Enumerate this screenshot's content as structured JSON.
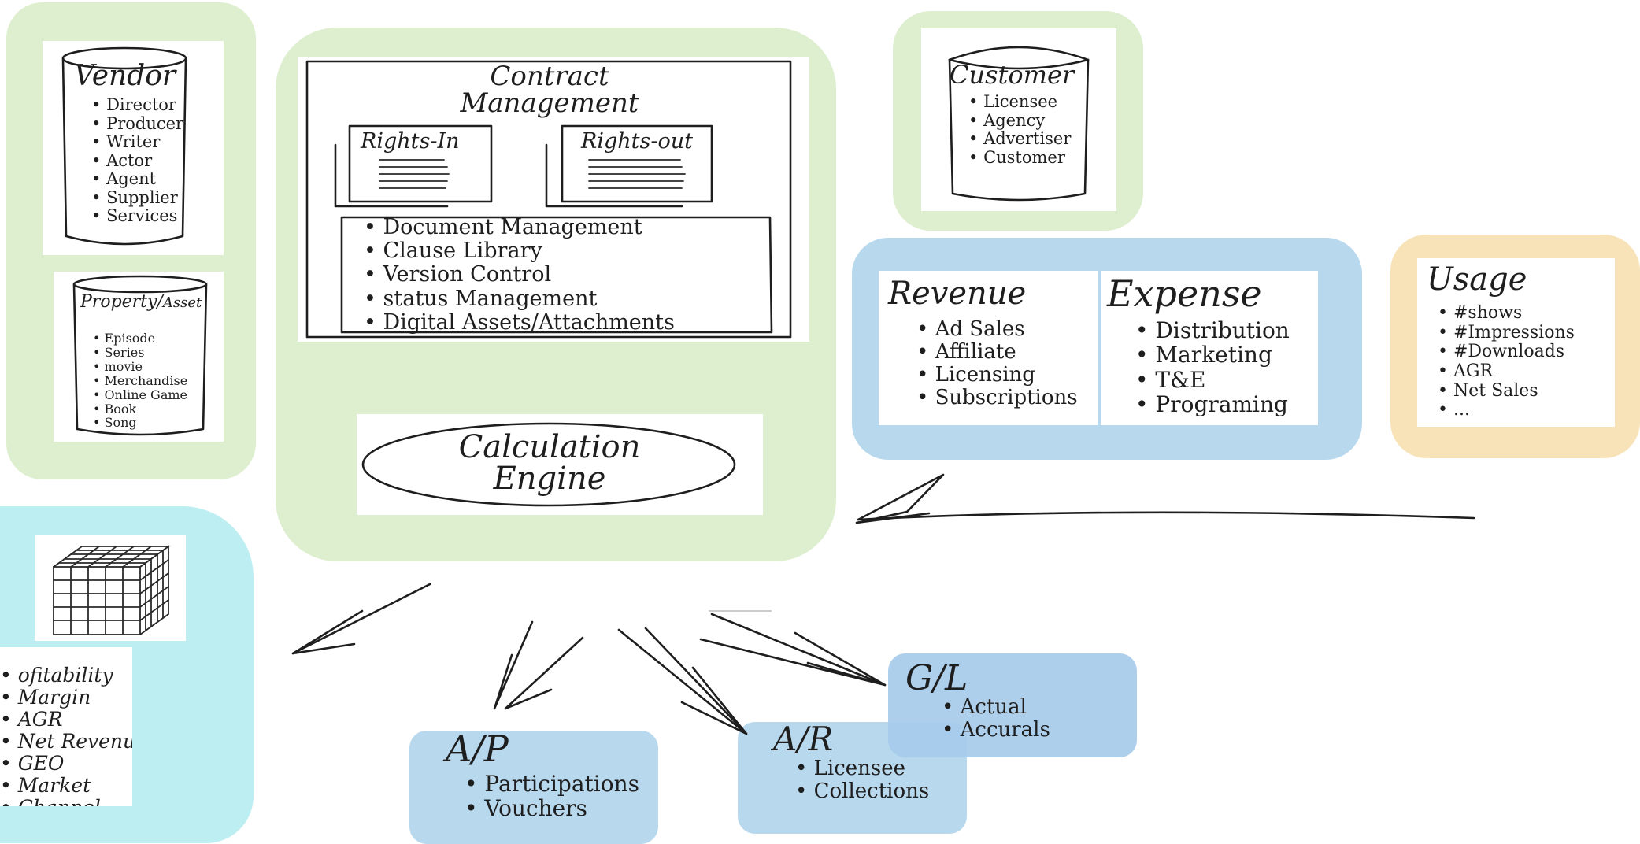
{
  "colors": {
    "green_zone": "#deefcf",
    "blue_zone": "#b8d8ee",
    "orange_zone": "#f8e3b8",
    "cyan_zone": "#bdeef2",
    "gl_blue": "#a6cbea"
  },
  "vendor": {
    "title": "Vendor",
    "items": [
      "Director",
      "Producer",
      "Writer",
      "Actor",
      "Agent",
      "Supplier",
      "Services"
    ]
  },
  "property": {
    "title_main": "Property",
    "title_sub": "Asset",
    "items": [
      "Episode",
      "Series",
      "movie",
      "Merchandise",
      "Online Game",
      "Book",
      "Song"
    ]
  },
  "contract": {
    "title_line1": "Contract",
    "title_line2": "Management",
    "rights_in": "Rights-In",
    "rights_out": "Rights-out",
    "features": [
      "Document Management",
      "Clause Library",
      "Version Control",
      "status Management",
      "Digital Assets/Attachments"
    ],
    "engine_line1": "Calculation",
    "engine_line2": "Engine"
  },
  "customer": {
    "title": "Customer",
    "items": [
      "Licensee",
      "Agency",
      "Advertiser",
      "Customer"
    ]
  },
  "revenue": {
    "title": "Revenue",
    "items": [
      "Ad Sales",
      "Affiliate",
      "Licensing",
      "Subscriptions"
    ]
  },
  "expense": {
    "title": "Expense",
    "items": [
      "Distribution",
      "Marketing",
      "T&E",
      "Programing"
    ]
  },
  "usage": {
    "title": "Usage",
    "items": [
      "#shows",
      "#Impressions",
      "#Downloads",
      "AGR",
      "Net Sales",
      "..."
    ]
  },
  "analytics": {
    "items": [
      "ofitability",
      "Margin",
      "AGR",
      "Net Revenue",
      "GEO",
      "Market",
      "Channel"
    ]
  },
  "ap": {
    "title": "A/P",
    "items": [
      "Participations",
      "Vouchers"
    ]
  },
  "ar": {
    "title": "A/R",
    "items": [
      "Licensee",
      "Collections"
    ]
  },
  "gl": {
    "title": "G/L",
    "items": [
      "Actual",
      "Accurals"
    ]
  }
}
